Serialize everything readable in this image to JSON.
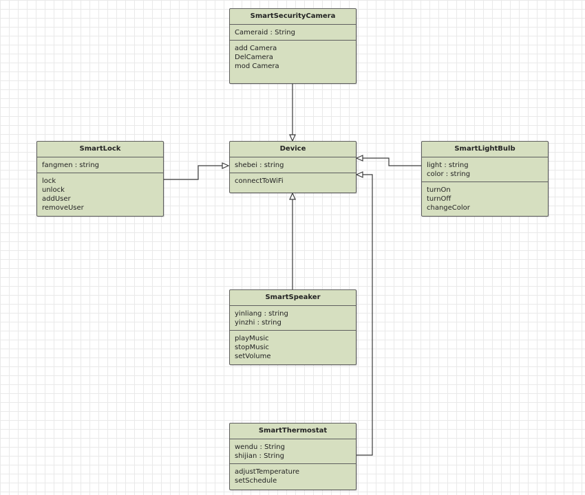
{
  "classes": [
    {
      "name": "SmartSecurityCamera",
      "attributes": [
        "Cameraid : String"
      ],
      "operations": [
        "add Camera",
        "DelCamera",
        "mod Camera"
      ]
    },
    {
      "name": "SmartLock",
      "attributes": [
        "fangmen : string"
      ],
      "operations": [
        "lock",
        "unlock",
        "addUser",
        "removeUser"
      ]
    },
    {
      "name": "Device",
      "attributes": [
        "shebei : string"
      ],
      "operations": [
        "connectToWiFi"
      ]
    },
    {
      "name": "SmartLightBulb",
      "attributes": [
        "light : string",
        "color : string"
      ],
      "operations": [
        "turnOn",
        "turnOff",
        "changeColor"
      ]
    },
    {
      "name": "SmartSpeaker",
      "attributes": [
        "yinliang : string",
        "yinzhi : string"
      ],
      "operations": [
        "playMusic",
        "stopMusic",
        "setVolume"
      ]
    },
    {
      "name": "SmartThermostat",
      "attributes": [
        "wendu : String",
        "shijian : String"
      ],
      "operations": [
        "adjustTemperature",
        "setSchedule"
      ]
    }
  ],
  "relationships": [
    {
      "type": "generalization",
      "from": "SmartSecurityCamera",
      "to": "Device"
    },
    {
      "type": "generalization",
      "from": "SmartLock",
      "to": "Device"
    },
    {
      "type": "generalization",
      "from": "SmartLightBulb",
      "to": "Device"
    },
    {
      "type": "generalization",
      "from": "SmartSpeaker",
      "to": "Device"
    },
    {
      "type": "generalization",
      "from": "SmartThermostat",
      "to": "Device"
    }
  ],
  "colors": {
    "class_fill": "#d6dfc0",
    "border": "#5d5d5d",
    "line": "#3a3a3a",
    "grid": "#e9e9e9"
  }
}
